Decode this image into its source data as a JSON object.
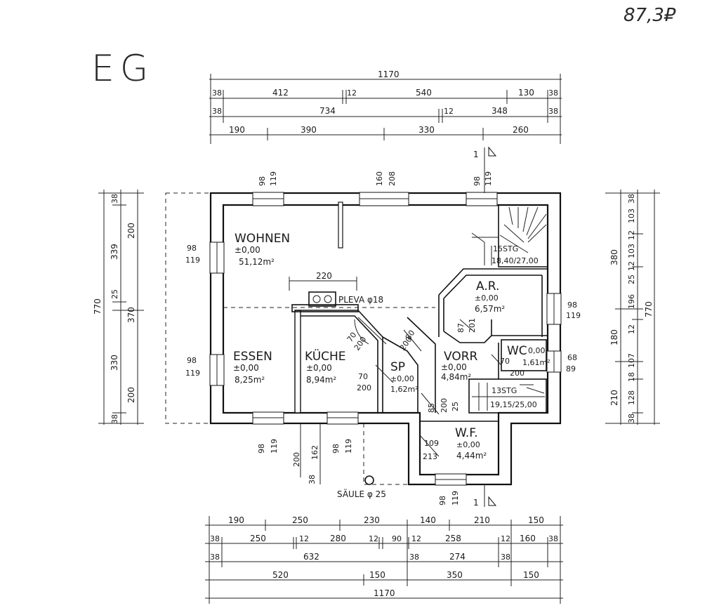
{
  "sheet": {
    "floor_label": "EG",
    "corner_note": "87,3₽"
  },
  "dims": {
    "top_total": "1170",
    "top_r1": [
      "38",
      "412",
      "12",
      "540",
      "130",
      "38"
    ],
    "top_r2": [
      "38",
      "734",
      "12",
      "348",
      "38"
    ],
    "top_r3": [
      "190",
      "390",
      "330",
      "260"
    ],
    "left_outer": "770",
    "left_inner": [
      "339",
      "370"
    ],
    "left_r": [
      "38",
      "200",
      "25",
      "330",
      "200",
      "38"
    ],
    "right_outer": "770",
    "right_mid": [
      "380",
      "180",
      "210"
    ],
    "right_r": [
      "38",
      "103",
      "12",
      "103",
      "12",
      "25",
      "196",
      "12",
      "107",
      "18",
      "128",
      "38"
    ],
    "bottom_r1": [
      "190",
      "250",
      "230",
      "140",
      "210",
      "150"
    ],
    "bottom_r2": [
      "38",
      "250",
      "12",
      "280",
      "12",
      "90",
      "12",
      "258",
      "12",
      "160",
      "38"
    ],
    "bottom_r3": [
      "38",
      "632",
      "38",
      "274",
      "38"
    ],
    "bottom_r4": [
      "520",
      "150",
      "350",
      "150"
    ],
    "bottom_total": "1170"
  },
  "openings": {
    "top_w1": [
      "98",
      "119"
    ],
    "top_w2": [
      "160",
      "208"
    ],
    "top_w3": [
      "98",
      "119"
    ],
    "left_w1": [
      "98",
      "119"
    ],
    "left_w2": [
      "98",
      "119"
    ],
    "right_w1": [
      "98",
      "119"
    ],
    "right_w2": [
      "68",
      "89"
    ],
    "bottom_w1": [
      "98",
      "119"
    ],
    "bottom_w2": [
      "98",
      "119"
    ],
    "bottom_w3": [
      "98",
      "119"
    ],
    "bottom_misc": [
      "200",
      "162",
      "38"
    ],
    "fireplace_width": "220"
  },
  "rooms": {
    "wohnen": {
      "name": "WOHNEN",
      "level": "±0,00",
      "area": "51,12m²"
    },
    "essen": {
      "name": "ESSEN",
      "level": "±0,00",
      "area": "8,25m²"
    },
    "kueche": {
      "name": "KÜCHE",
      "level": "±0,00",
      "area": "8,94m²"
    },
    "sp": {
      "name": "SP",
      "level": "±0,00",
      "area": "1,62m²"
    },
    "vorr": {
      "name": "VORR",
      "level": "±0,00",
      "area": "4,84m²"
    },
    "ar": {
      "name": "A.R.",
      "level": "±0,00",
      "area": "6,57m²"
    },
    "wc": {
      "name": "WC",
      "level": "0,00",
      "area": "1,61m²"
    },
    "wf": {
      "name": "W.F.",
      "level": "±0,00",
      "area": "4,44m²"
    }
  },
  "annotations": {
    "stairs_upper": [
      "15STG",
      "18,40/27,00"
    ],
    "stairs_lower": [
      "13STG",
      "19,15/25,00"
    ],
    "pleva": "PLEVA φ18",
    "saeule": "SÄULE φ 25",
    "section_mark": "1",
    "door_labels": [
      "70",
      "200",
      "80",
      "200",
      "70",
      "200",
      "85",
      "200",
      "25",
      "70",
      "200",
      "109",
      "213",
      "87",
      "201"
    ]
  }
}
